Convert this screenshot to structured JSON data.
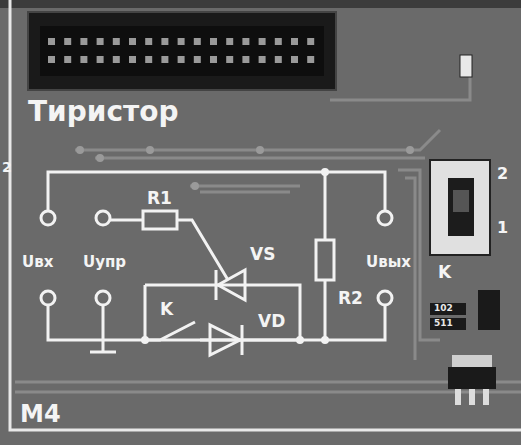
{
  "diagram": {
    "title": "Тиристор",
    "labels": [
      "R1",
      "Uвх",
      "Uупр",
      "VS",
      "K",
      "VD",
      "R2",
      "Uвых",
      "M4",
      "2",
      "1",
      "K",
      "102",
      "511",
      "2"
    ]
  }
}
